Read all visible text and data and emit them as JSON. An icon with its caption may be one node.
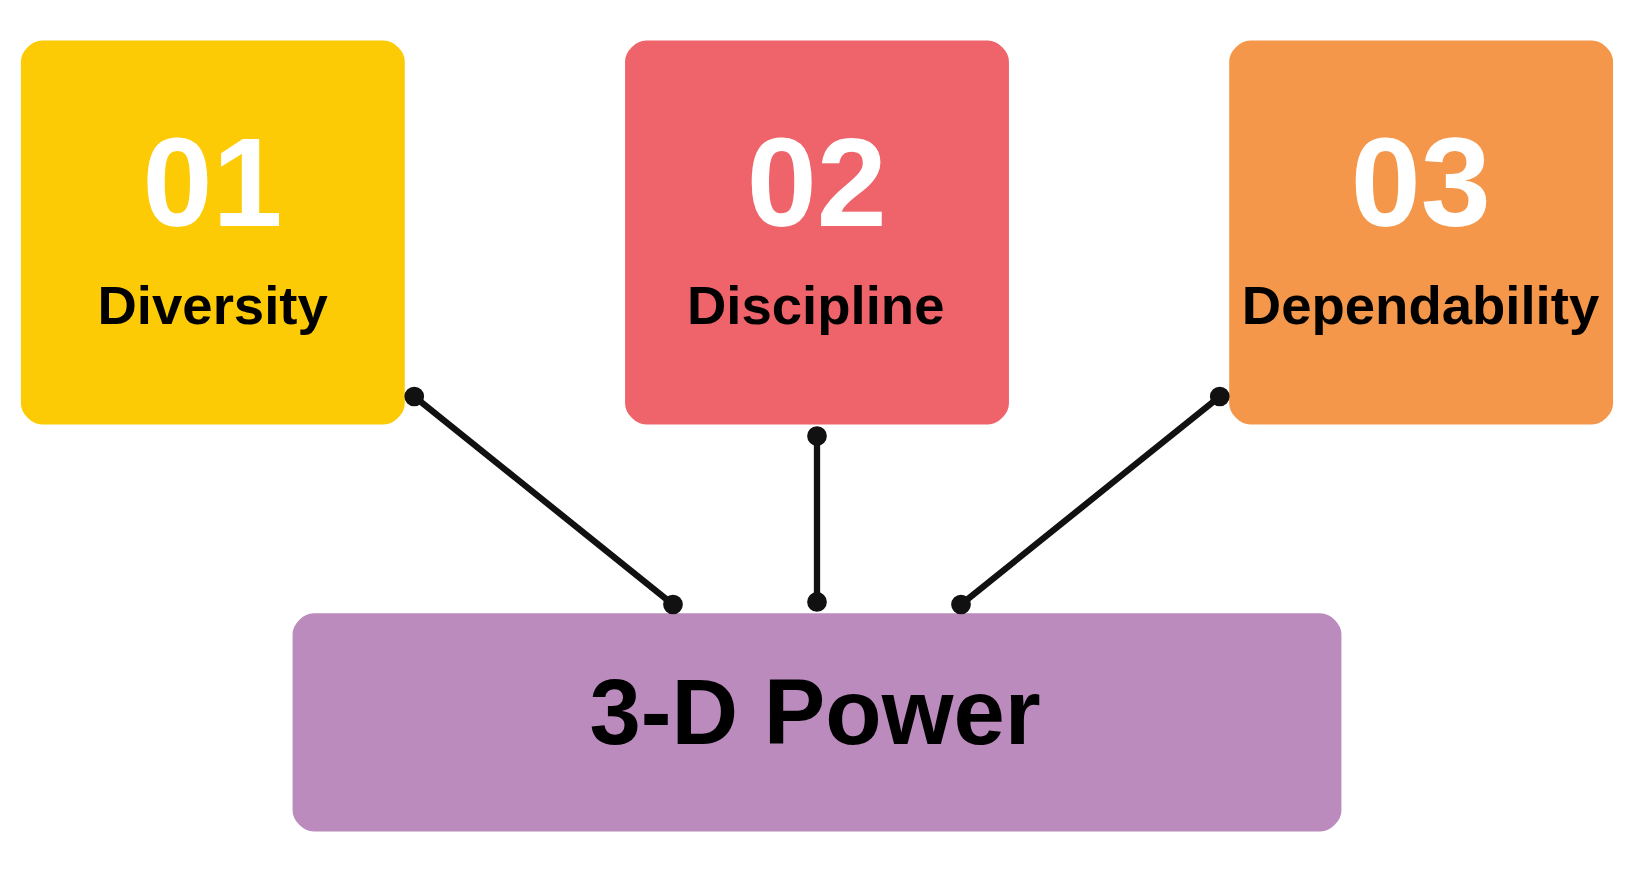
{
  "diagram": {
    "nodes": [
      {
        "text": [
          "01",
          "Diversity"
        ]
      },
      {
        "text": [
          "02",
          "Discipline"
        ]
      },
      {
        "text": [
          "03",
          "Dependability"
        ]
      },
      {
        "text": [
          "3-D Power"
        ]
      }
    ],
    "edges": [
      {
        "from": 0,
        "to": 3,
        "arrow": "other"
      },
      {
        "from": 1,
        "to": 3,
        "arrow": "other"
      },
      {
        "from": 2,
        "to": 3,
        "arrow": "other"
      }
    ]
  }
}
